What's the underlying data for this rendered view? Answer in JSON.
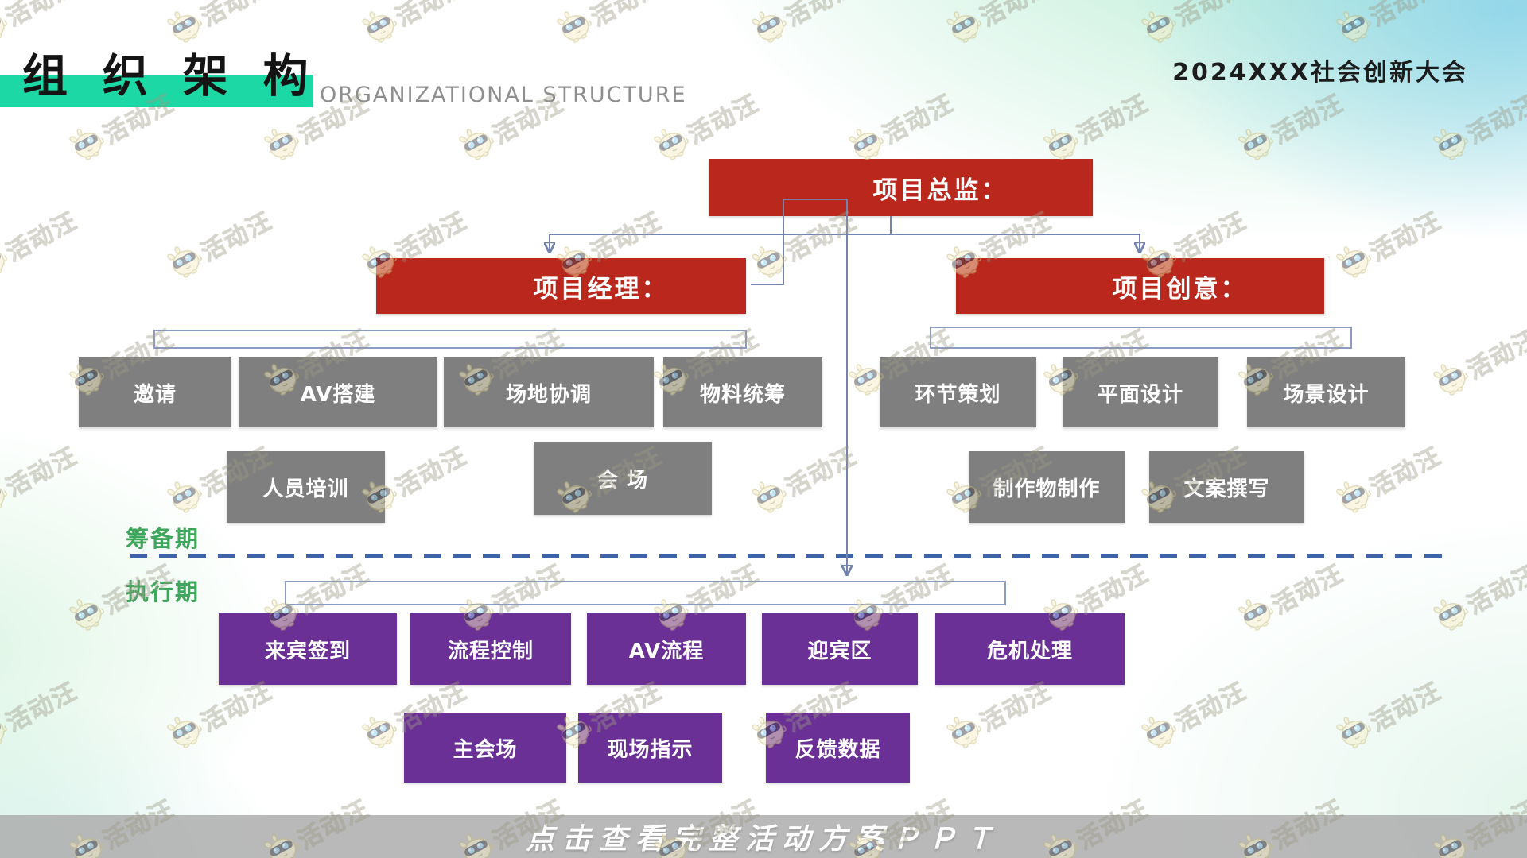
{
  "header": {
    "title": "组 织 架 构",
    "subtitle": "ORGANIZATIONAL STRUCTURE",
    "event": "2024XXX社会创新大会"
  },
  "org": {
    "root": {
      "label": "项目总监："
    },
    "branches": [
      {
        "label": "项目经理：",
        "row1": [
          "邀请",
          "AV搭建",
          "场地协调",
          "物料统筹"
        ],
        "row2": [
          "人员培训",
          "会 场"
        ]
      },
      {
        "label": "项目创意：",
        "row1": [
          "环节策划",
          "平面设计",
          "场景设计"
        ],
        "row2": [
          "制作物制作",
          "文案撰写"
        ]
      }
    ],
    "phases": {
      "preparation": "筹备期",
      "execution": "执行期"
    },
    "execution_row1": [
      "来宾签到",
      "流程控制",
      "AV流程",
      "迎宾区",
      "危机处理"
    ],
    "execution_row2": [
      "主会场",
      "现场指示",
      "反馈数据"
    ]
  },
  "footer": {
    "cta": "点击查看完整活动方案ＰＰＴ"
  },
  "watermark": {
    "text": "活动汪",
    "rows": 8,
    "cols": 8
  },
  "colors": {
    "brand_green": "#1CD8A5",
    "box_red": "#BA271C",
    "box_gray": "#7F7F7F",
    "box_purple": "#6B3096",
    "phase_green": "#3FA75C",
    "divider_blue": "#3E63A9",
    "connector_blue": "#7383AE"
  }
}
